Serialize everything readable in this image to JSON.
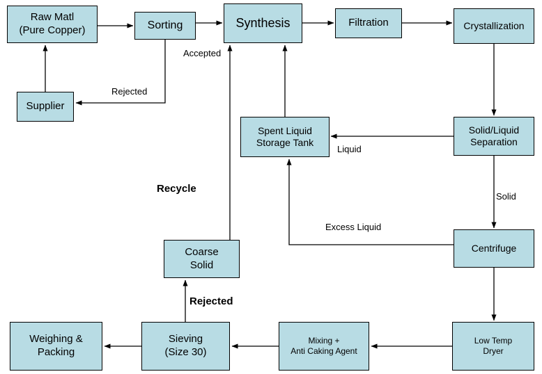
{
  "nodes": {
    "raw_matl": "Raw Matl\n(Pure Copper)",
    "sorting": "Sorting",
    "synthesis": "Synthesis",
    "filtration": "Filtration",
    "crystallization": "Crystallization",
    "supplier": "Supplier",
    "spent_liquid": "Spent Liquid\nStorage Tank",
    "solid_liquid_separation": "Solid/Liquid\nSeparation",
    "centrifuge": "Centrifuge",
    "coarse_solid": "Coarse\nSolid",
    "low_temp_dryer": "Low Temp\nDryer",
    "mixing": "Mixing +\nAnti Caking Agent",
    "sieving": "Sieving\n(Size 30)",
    "weighing_packing": "Weighing &\nPacking"
  },
  "edges": [
    {
      "from": "raw_matl",
      "to": "sorting",
      "label": ""
    },
    {
      "from": "sorting",
      "to": "synthesis",
      "label": "Accepted"
    },
    {
      "from": "synthesis",
      "to": "filtration",
      "label": ""
    },
    {
      "from": "filtration",
      "to": "crystallization",
      "label": ""
    },
    {
      "from": "crystallization",
      "to": "solid_liquid_separation",
      "label": ""
    },
    {
      "from": "solid_liquid_separation",
      "to": "spent_liquid",
      "label": "Liquid"
    },
    {
      "from": "solid_liquid_separation",
      "to": "centrifuge",
      "label": "Solid"
    },
    {
      "from": "centrifuge",
      "to": "low_temp_dryer",
      "label": ""
    },
    {
      "from": "centrifuge",
      "to": "spent_liquid",
      "label": "Excess Liquid"
    },
    {
      "from": "spent_liquid",
      "to": "synthesis",
      "label": ""
    },
    {
      "from": "coarse_solid",
      "to": "synthesis",
      "label": "Recycle"
    },
    {
      "from": "sorting",
      "to": "supplier",
      "label": "Rejected"
    },
    {
      "from": "supplier",
      "to": "raw_matl",
      "label": ""
    },
    {
      "from": "low_temp_dryer",
      "to": "mixing",
      "label": ""
    },
    {
      "from": "mixing",
      "to": "sieving",
      "label": ""
    },
    {
      "from": "sieving",
      "to": "weighing_packing",
      "label": ""
    },
    {
      "from": "sieving",
      "to": "coarse_solid",
      "label": "Rejected"
    }
  ],
  "colors": {
    "node_fill": "#B8DCE4",
    "node_border": "#000000",
    "connector": "#000000",
    "background": "#FFFFFF",
    "text": "#000000"
  }
}
